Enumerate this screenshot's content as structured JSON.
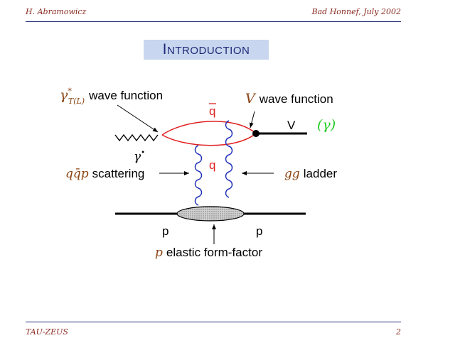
{
  "header": {
    "author": "H. Abramowicz",
    "event": "Bad Honnef, July 2002"
  },
  "title": "Introduction",
  "footer": {
    "left": "TAU-ZEUS",
    "page": "2"
  },
  "diagram": {
    "labels": {
      "gamma_sym": "γ",
      "gamma_sup": "*",
      "gamma_sub": "T(L)",
      "gamma_wf": "wave function",
      "v_sym": "V",
      "v_wf": "wave function",
      "qbar": "q",
      "q": "q",
      "v_out": "V",
      "gamma_alt": "(γ)",
      "gamma_in_sym": "γ",
      "gamma_in_sup": "•",
      "qqp_sym": "qq̄p",
      "qqp_text": "scattering",
      "gg_sym": "gg",
      "gg_text": "ladder",
      "p_left": "p",
      "p_right": "p",
      "p_sym": "p",
      "p_text": "elastic form-factor"
    },
    "colors": {
      "quark_line": "#e02020",
      "gluon": "#1f2fb8",
      "label_sym": "#8b4513",
      "green": "#22cc22",
      "proton": "#000000"
    }
  }
}
